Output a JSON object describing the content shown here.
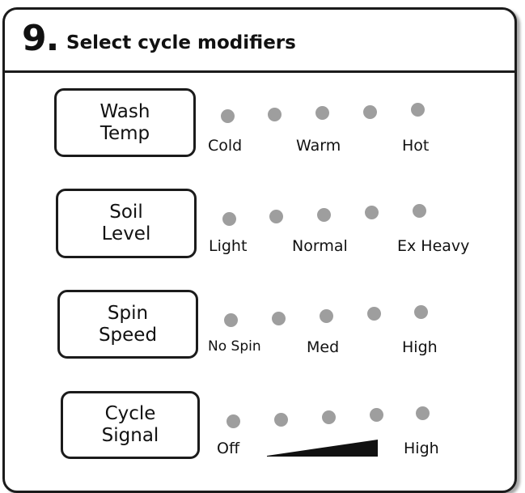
{
  "header": {
    "step_number": "9.",
    "title": "Select cycle modifiers"
  },
  "modifiers": [
    {
      "line1": "Wash",
      "line2": "Temp",
      "labels": [
        "Cold",
        "Warm",
        "Hot"
      ]
    },
    {
      "line1": "Soil",
      "line2": "Level",
      "labels": [
        "Light",
        "Normal",
        "Ex Heavy"
      ]
    },
    {
      "line1": "Spin",
      "line2": "Speed",
      "labels": [
        "No Spin",
        "Med",
        "High"
      ]
    },
    {
      "line1": "Cycle",
      "line2": "Signal",
      "labels": [
        "Off",
        "",
        "High"
      ]
    }
  ],
  "colors": {
    "indicator": "#9e9e9e",
    "outline": "#1b1b1b",
    "wedge": "#111111"
  },
  "icons": {
    "signal_level": "volume-wedge-icon",
    "indicator": "indicator-light-icon"
  }
}
